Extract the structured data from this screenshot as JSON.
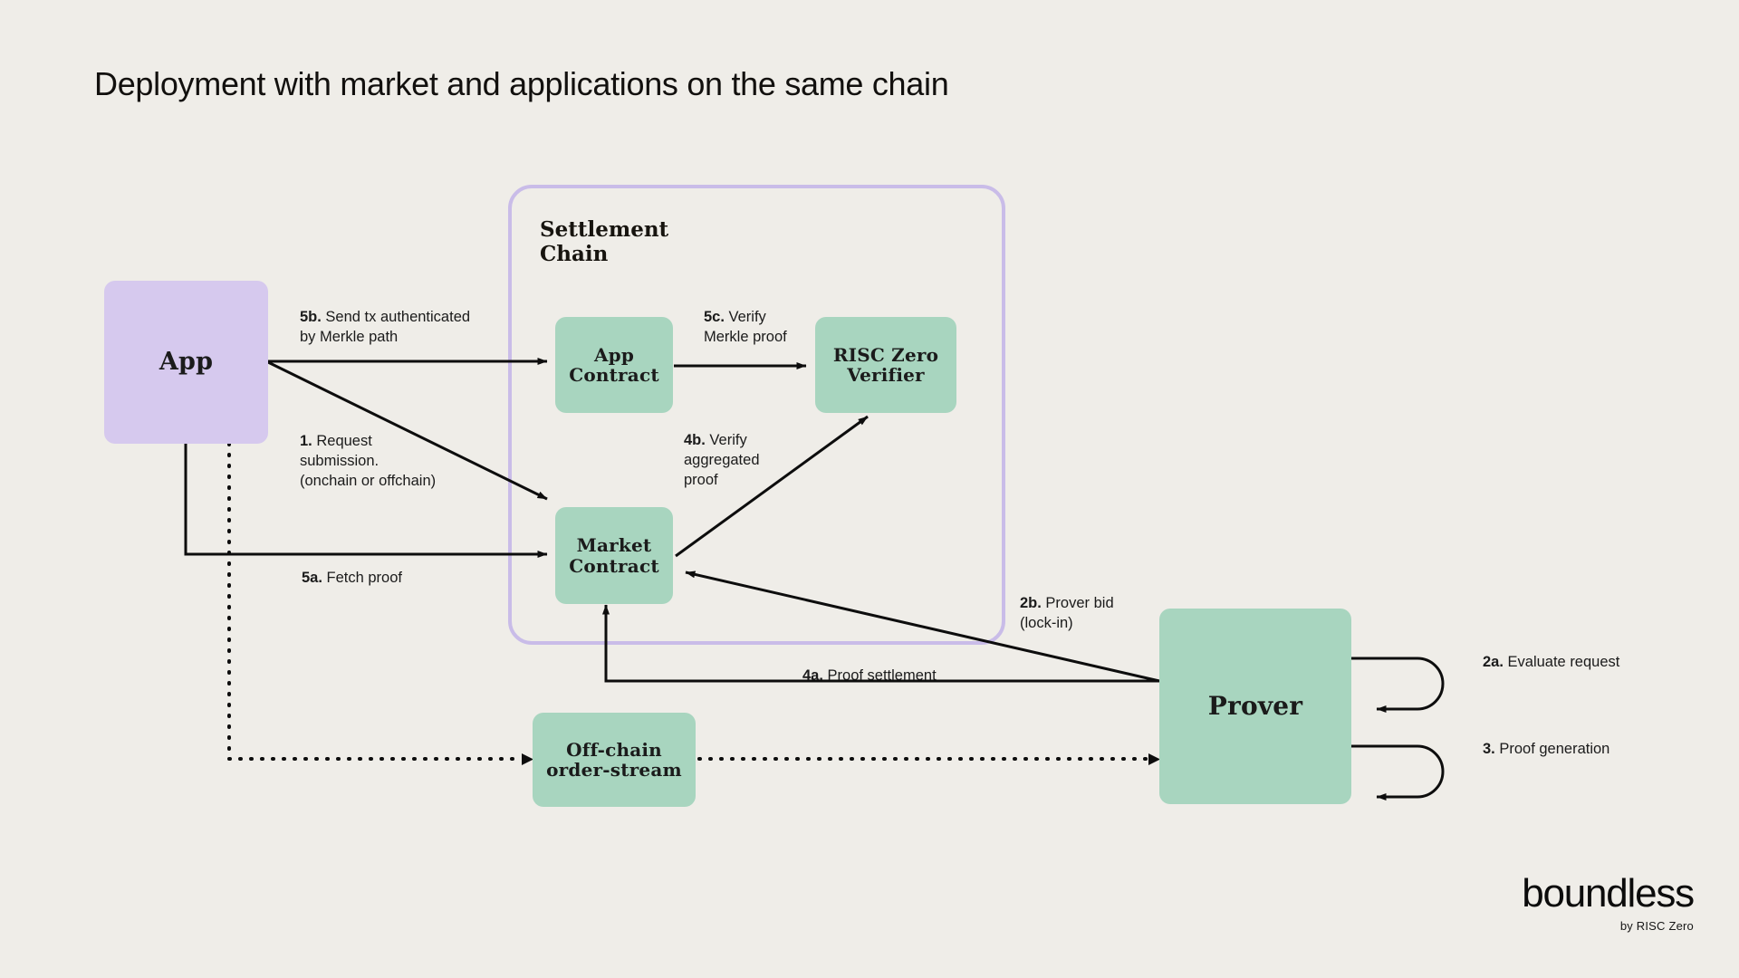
{
  "page": {
    "title": "Deployment with market and applications on the same chain",
    "background_color": "#EFEDE8"
  },
  "brand": {
    "name": "boundless",
    "tagline": "by RISC Zero"
  },
  "groups": {
    "settlement_chain": {
      "label": "Settlement\nChain",
      "border_color": "#C9BCE8"
    }
  },
  "nodes": {
    "app": {
      "label": "App",
      "color": "#D6C9EE"
    },
    "app_contract": {
      "label": "App\nContract",
      "color": "#A8D5BF"
    },
    "risc_zero_verifier": {
      "label": "RISC Zero\nVerifier",
      "color": "#A8D5BF"
    },
    "market_contract": {
      "label": "Market\nContract",
      "color": "#A8D5BF"
    },
    "off_chain_order_stream": {
      "label": "Off-chain\norder-stream",
      "color": "#A8D5BF"
    },
    "prover": {
      "label": "Prover",
      "color": "#A8D5BF"
    }
  },
  "edges": {
    "step_5b": {
      "step": "5b.",
      "text": " Send tx authenticated\nby Merkle path"
    },
    "step_1": {
      "step": "1.",
      "text": " Request\nsubmission.\n(onchain or offchain)"
    },
    "step_5c": {
      "step": "5c.",
      "text": " Verify\nMerkle proof"
    },
    "step_4b": {
      "step": "4b.",
      "text": " Verify\naggregated\nproof"
    },
    "step_5a": {
      "step": "5a.",
      "text": " Fetch proof"
    },
    "step_2b": {
      "step": "2b.",
      "text": " Prover bid\n(lock-in)"
    },
    "step_4a": {
      "step": "4a.",
      "text": " Proof settlement"
    },
    "step_2a": {
      "step": "2a.",
      "text": " Evaluate request"
    },
    "step_3": {
      "step": "3.",
      "text": " Proof generation"
    }
  }
}
